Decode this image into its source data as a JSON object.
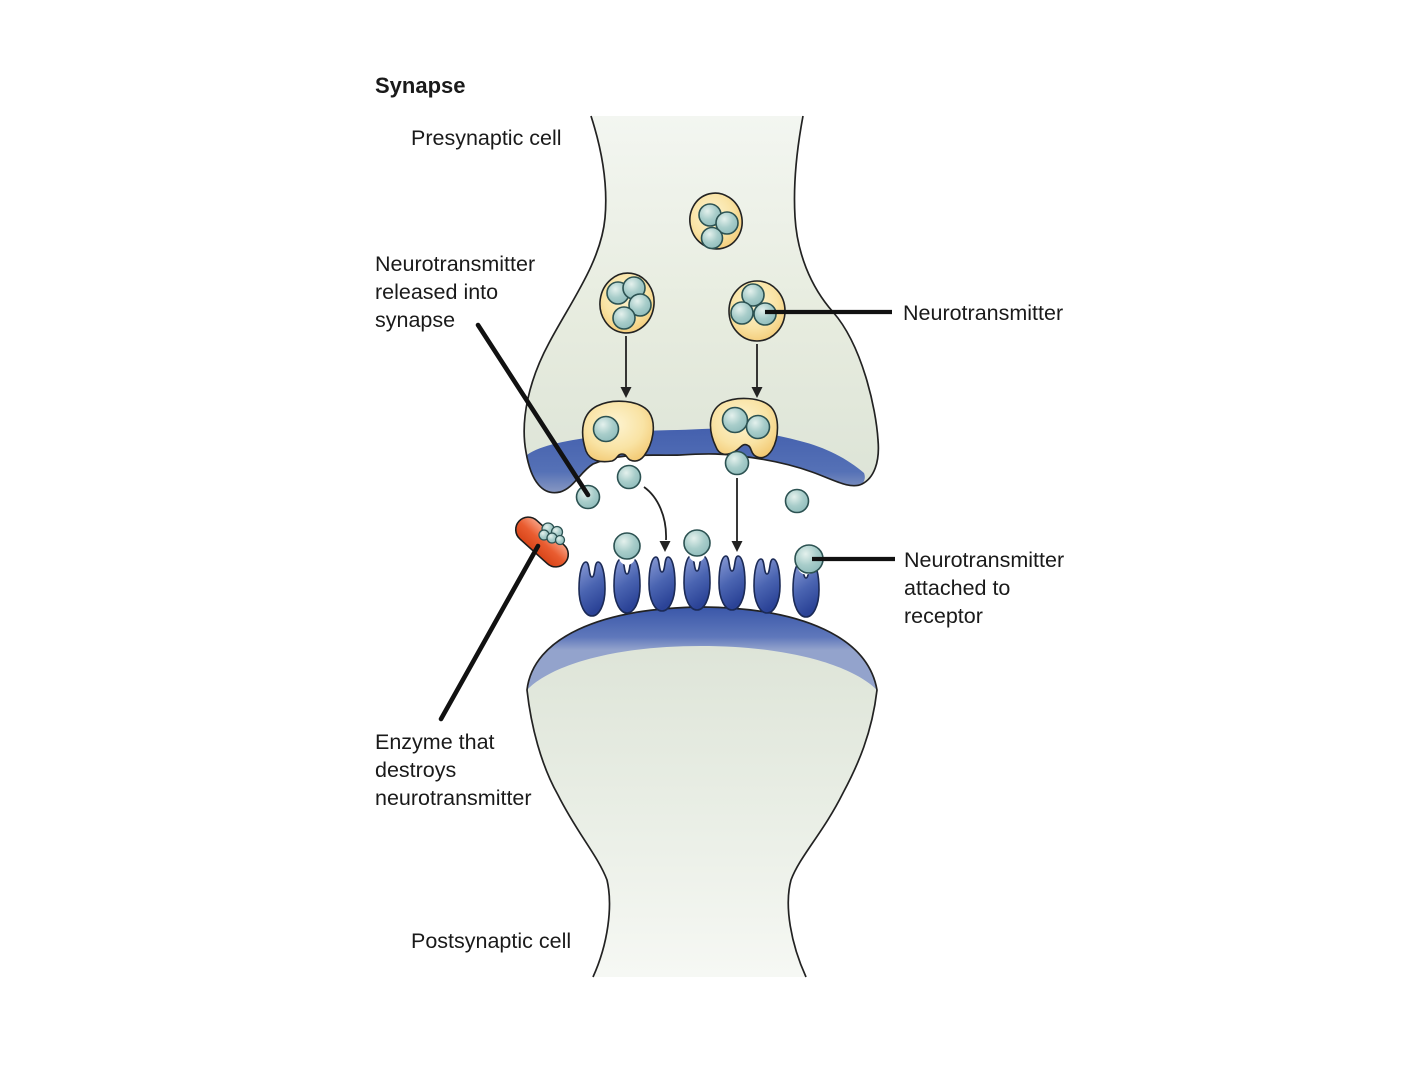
{
  "title": "Synapse",
  "labels": {
    "presynaptic_cell": "Presynaptic cell",
    "neurotransmitter_released": "Neurotransmitter\nreleased into\nsynapse",
    "neurotransmitter": "Neurotransmitter",
    "neurotransmitter_attached": "Neurotransmitter\nattached to\nreceptor",
    "enzyme": "Enzyme that\ndestroys\nneurotransmitter",
    "postsynaptic_cell": "Postsynaptic cell"
  },
  "colors": {
    "membrane_blue": "#4763ae",
    "cell_body_green": "#e1e7db",
    "vesicle_yellow": "#f4c96d",
    "neurotransmitter_teal": "#9ac4c4",
    "receptor_blue": "#3a55a5",
    "enzyme_red": "#e2572e",
    "outline": "#222222"
  }
}
